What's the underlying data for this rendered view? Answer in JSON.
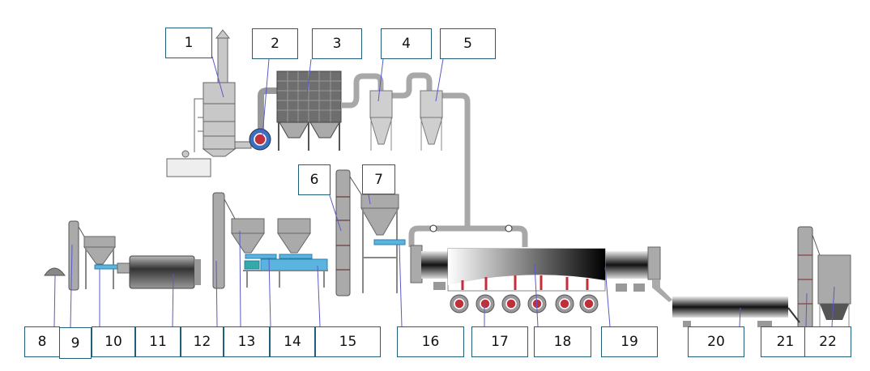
{
  "title": "Process flow diagram",
  "labels": [
    "1",
    "2",
    "3",
    "4",
    "5",
    "6",
    "7",
    "8",
    "9",
    "10",
    "11",
    "12",
    "13",
    "14",
    "15",
    "16",
    "17",
    "18",
    "19",
    "20",
    "21",
    "22"
  ],
  "colors": {
    "border": "#1f5f7a",
    "equipment": "#9a9a9a",
    "conveyor": "#5bb4e0",
    "fan": "#c0303a",
    "leader": "#5a5ac8"
  }
}
